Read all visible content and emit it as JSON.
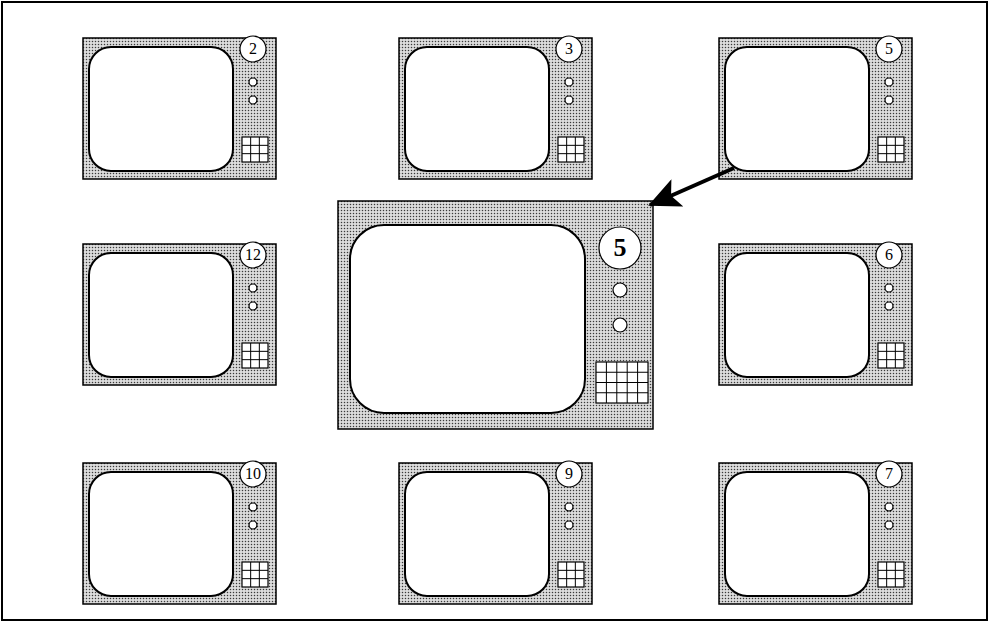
{
  "diagram": {
    "nodes": [
      {
        "text": [
          "2"
        ]
      },
      {
        "text": [
          "3"
        ]
      },
      {
        "text": [
          "5"
        ]
      },
      {
        "text": [
          "12"
        ]
      },
      {
        "text": [
          "5"
        ]
      },
      {
        "text": [
          "6"
        ]
      },
      {
        "text": [
          "10"
        ]
      },
      {
        "text": [
          "9"
        ]
      },
      {
        "text": [
          "7"
        ]
      }
    ],
    "edges": [
      {
        "from": 2,
        "to": 4,
        "arrow": "to"
      }
    ]
  }
}
